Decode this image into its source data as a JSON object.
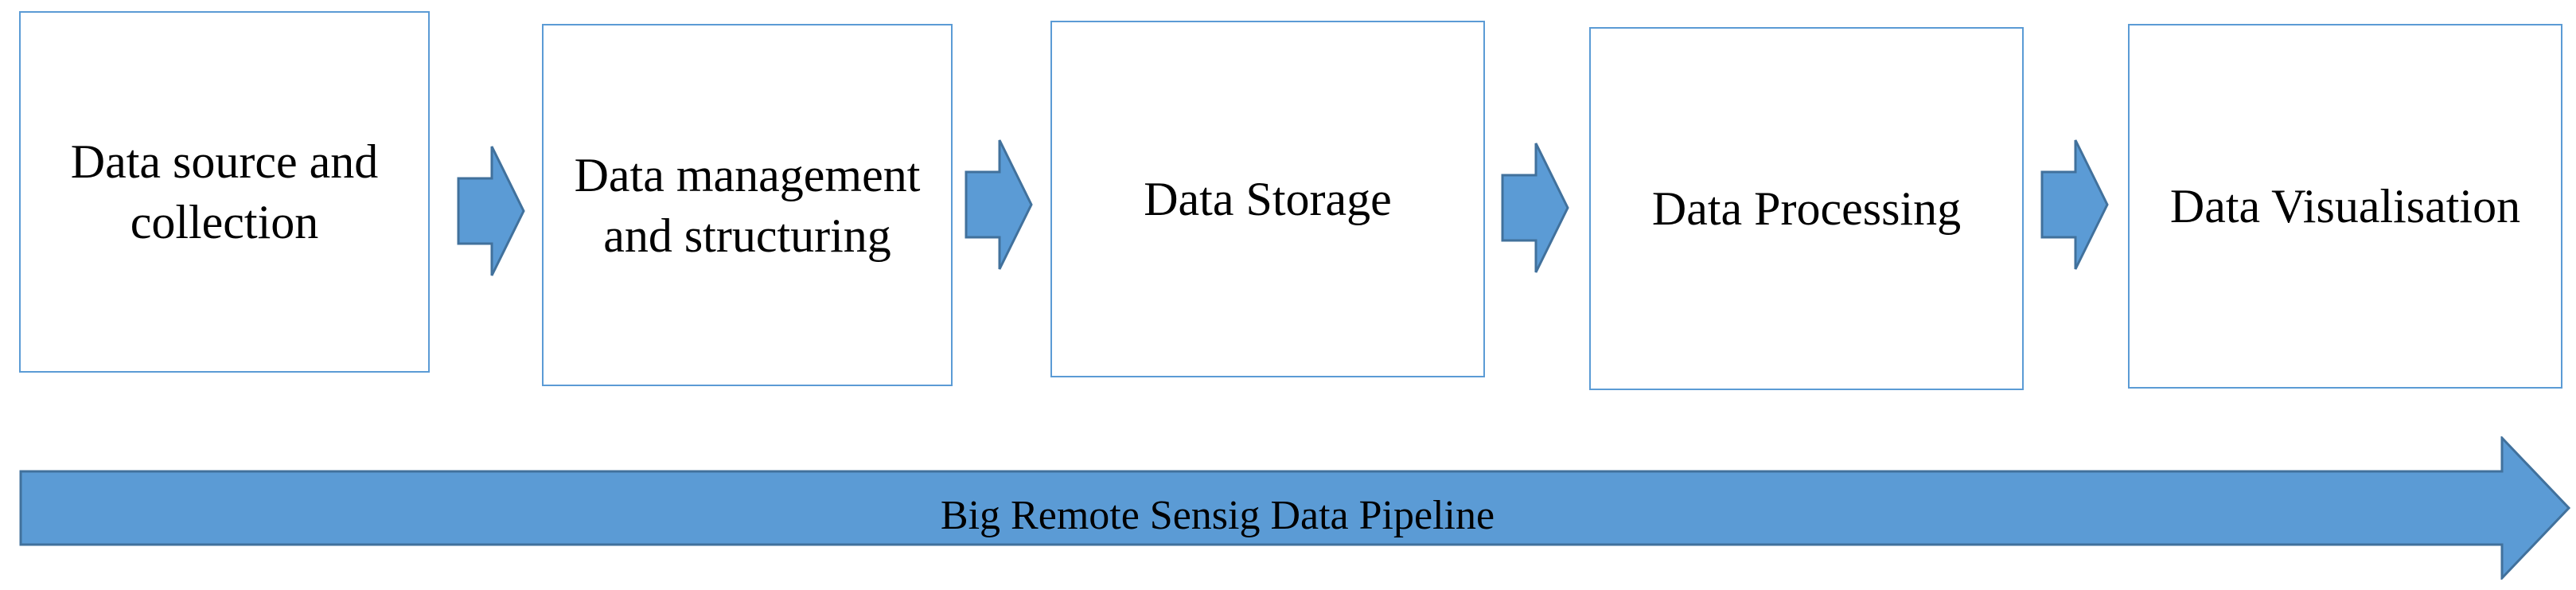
{
  "steps": [
    {
      "label": "Data source and collection"
    },
    {
      "label": "Data management and structuring"
    },
    {
      "label": "Data Storage"
    },
    {
      "label": "Data Processing"
    },
    {
      "label": "Data Visualisation"
    }
  ],
  "pipeline": {
    "label": "Big Remote Sensig Data Pipeline"
  },
  "colors": {
    "box_border": "#5b9bd5",
    "arrow_fill": "#5b9bd5",
    "arrow_stroke": "#41719c",
    "text": "#000000"
  }
}
